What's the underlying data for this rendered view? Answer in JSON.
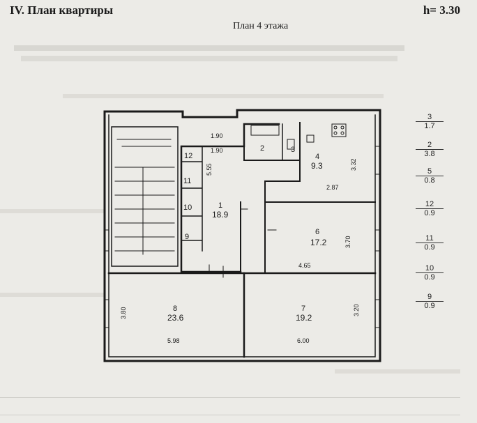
{
  "header": {
    "title": "IV. План квартиры",
    "height_label": "h= 3.30"
  },
  "plan": {
    "subtitle": "План 4 этажа",
    "rooms": [
      {
        "number": "1",
        "area": "18.9"
      },
      {
        "number": "2",
        "area": ""
      },
      {
        "number": "3",
        "area": ""
      },
      {
        "number": "4",
        "area": "9.3"
      },
      {
        "number": "6",
        "area": "17.2"
      },
      {
        "number": "7",
        "area": "19.2"
      },
      {
        "number": "8",
        "area": "23.6"
      },
      {
        "number": "9",
        "area": ""
      },
      {
        "number": "10",
        "area": ""
      },
      {
        "number": "11",
        "area": ""
      },
      {
        "number": "12",
        "area": ""
      }
    ],
    "dimensions": [
      "1.90",
      "1.90",
      "5.55",
      "3.32",
      "2.87",
      "3.70",
      "4.65",
      "3.80",
      "5.98",
      "6.00",
      "3.20"
    ]
  },
  "legend": [
    {
      "num": "3",
      "den": "1.7"
    },
    {
      "num": "2",
      "den": "3.8"
    },
    {
      "num": "5",
      "den": "0.8"
    },
    {
      "num": "12",
      "den": "0.9"
    },
    {
      "num": "11",
      "den": "0.9"
    },
    {
      "num": "10",
      "den": "0.9"
    },
    {
      "num": "9",
      "den": "0.9"
    }
  ]
}
